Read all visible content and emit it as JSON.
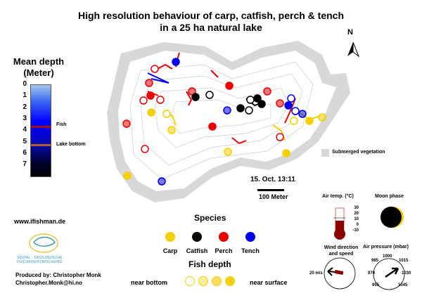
{
  "title_line1": "High resolution behaviour of carp, catfish, perch & tench",
  "title_line2": "in a 25 ha natural lake",
  "depth_legend": {
    "title_line1": "Mean depth",
    "title_line2": "(Meter)",
    "ticks": [
      "0",
      "1",
      "2",
      "3",
      "4",
      "5",
      "6",
      "7"
    ],
    "fish_label": "Fish",
    "bottom_label": "Lake bottom",
    "fish_depth_m": 3.6,
    "bottom_depth_m": 5.2
  },
  "north_label": "N",
  "vegetation_label": "Submerged vegetation",
  "timestamp": "15. Oct. 13:11",
  "scale_label": "100 Meter",
  "website": "www.ifishman.de",
  "logo_text": [
    "SOZIAL - ÖKOLOGISCHE",
    "FISCHEREIFORSCHUNG"
  ],
  "producer": "Produced by: Christopher Monk",
  "email": "Christopher.Monk@hi.no",
  "species": {
    "title": "Species",
    "items": [
      {
        "label": "Carp",
        "color": "#f5d000"
      },
      {
        "label": "Catfish",
        "color": "#000000"
      },
      {
        "label": "Perch",
        "color": "#ee0000"
      },
      {
        "label": "Tench",
        "color": "#0000ee"
      }
    ]
  },
  "fish_depth": {
    "title": "Fish depth",
    "left_label": "near bottom",
    "right_label": "near surface"
  },
  "air_temp": {
    "title": "Air temp. (°C)",
    "ticks": [
      "30",
      "20",
      "10",
      "0",
      "-10"
    ],
    "value_c": 2
  },
  "moon": {
    "title": "Moon phase"
  },
  "wind": {
    "title_line1": "Wind direction",
    "title_line2": "and speed",
    "label": "20 m/s"
  },
  "pressure": {
    "title": "Air pressure (mbar)",
    "ticks": [
      "1000",
      "1015",
      "1030",
      "1045",
      "955",
      "970",
      "985"
    ],
    "value_mbar": 1012
  }
}
